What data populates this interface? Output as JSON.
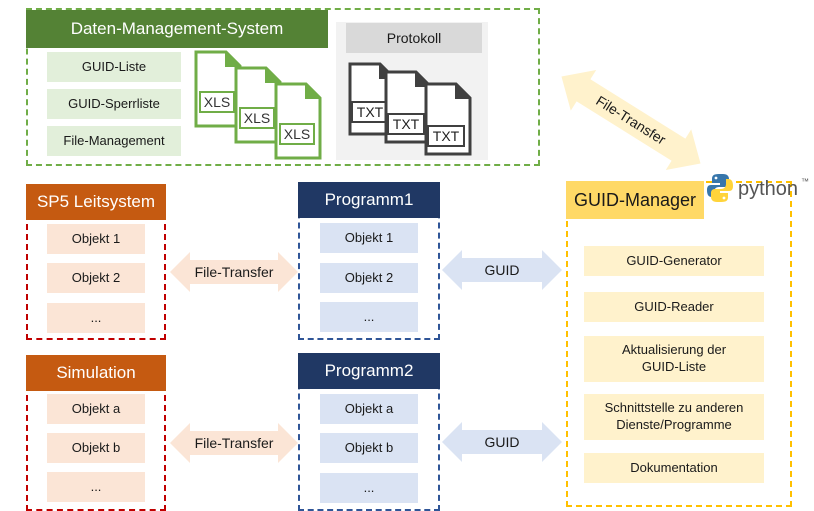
{
  "dms": {
    "title": "Daten-Management-System",
    "items": [
      "GUID-Liste",
      "GUID-Sperrliste",
      "File-Management"
    ],
    "xls_label": "XLS",
    "protokoll": "Protokoll",
    "txt_label": "TXT"
  },
  "file_transfer_top": "File-Transfer",
  "sp5": {
    "title": "SP5 Leitsystem",
    "items": [
      "Objekt 1",
      "Objekt 2",
      "..."
    ]
  },
  "simulation": {
    "title": "Simulation",
    "items": [
      "Objekt a",
      "Objekt b",
      "..."
    ]
  },
  "programm1": {
    "title": "Programm1",
    "items": [
      "Objekt 1",
      "Objekt 2",
      "..."
    ]
  },
  "programm2": {
    "title": "Programm2",
    "items": [
      "Objekt a",
      "Objekt b",
      "..."
    ]
  },
  "arrows": {
    "file_transfer_1": "File-Transfer",
    "file_transfer_2": "File-Transfer",
    "guid_1": "GUID",
    "guid_2": "GUID"
  },
  "guid_manager": {
    "title": "GUID-Manager",
    "items": [
      "GUID-Generator",
      "GUID-Reader",
      "Aktualisierung der GUID-Liste",
      "Schnittstelle zu anderen Dienste/Programme",
      "Dokumentation"
    ]
  },
  "python_logo": {
    "text": "python",
    "tm": "™"
  },
  "colors": {
    "green": "#548235",
    "green_light": "#e2efda",
    "red": "#c55a11",
    "red_border": "#c00000",
    "red_light": "#fbe5d6",
    "blue": "#203864",
    "blue_light": "#dae3f3",
    "yellow": "#fff2cc",
    "yellow_border": "#ffc000",
    "yellow_title": "#ffd966",
    "grey": "#d9d9d9"
  }
}
